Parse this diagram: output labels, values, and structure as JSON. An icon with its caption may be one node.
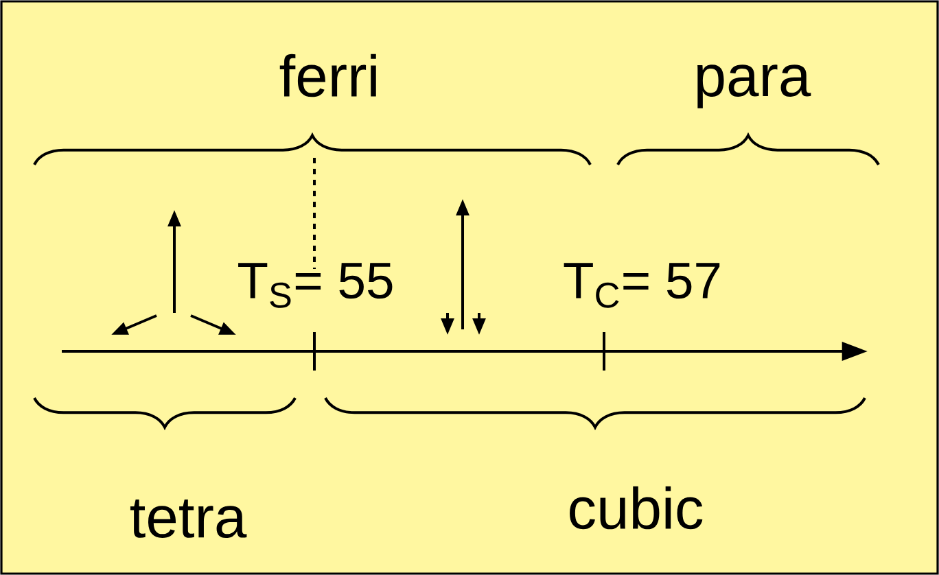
{
  "diagram": {
    "labels": [
      "ferri",
      "para",
      "T$_{S}$= 55",
      "T$_{C}$= 57",
      "tetra",
      "cubic"
    ]
  }
}
